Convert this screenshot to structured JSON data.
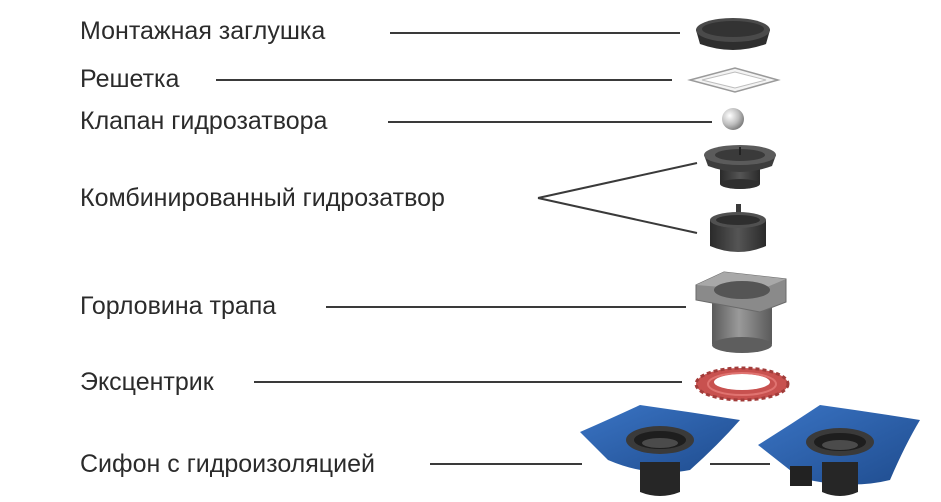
{
  "labels": {
    "cap": "Монтажная заглушка",
    "grate": "Решетка",
    "valve": "Клапан гидрозатвора",
    "combined": "Комбинированный гидрозатвор",
    "neck": "Горловина трапа",
    "eccentric": "Эксцентрик",
    "siphon": "Сифон с гидроизоляцией"
  },
  "colors": {
    "text": "#2b2b2b",
    "line": "#3a3a3a",
    "dark_part": "#3b3b3b",
    "grey_part": "#707070",
    "eccentric": "#c8514f",
    "membrane": "#2e5fa8"
  }
}
